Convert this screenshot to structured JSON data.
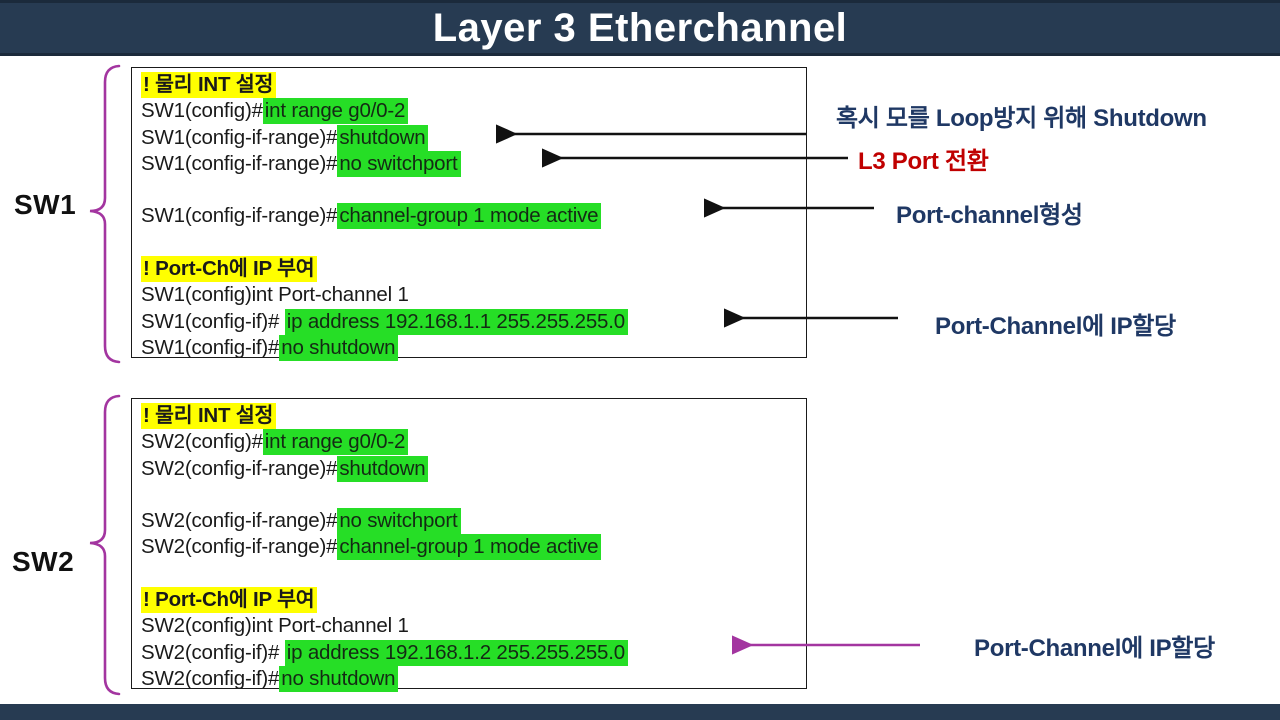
{
  "title": "Layer 3 Etherchannel",
  "colors": {
    "title_bar_bg": "#273b52",
    "highlight_green": "#26de26",
    "highlight_yellow": "#ffff00",
    "annotation_navy": "#1f3864",
    "annotation_red": "#c00000",
    "bracket_purple": "#a335a0",
    "arrow_black": "#111111"
  },
  "switches": [
    {
      "id": "sw1",
      "label": "SW1",
      "lines": [
        {
          "pre": "",
          "cmd": "! 물리 INT 설정",
          "hl": "yellow"
        },
        {
          "pre": "SW1(config)#",
          "cmd": "int range g0/0-2",
          "hl": "green"
        },
        {
          "pre": "SW1(config-if-range)#",
          "cmd": "shutdown",
          "hl": "green"
        },
        {
          "pre": "SW1(config-if-range)#",
          "cmd": "no switchport",
          "hl": "green"
        },
        {
          "pre": "",
          "cmd": "",
          "hl": null
        },
        {
          "pre": "SW1(config-if-range)#",
          "cmd": "channel-group 1 mode active",
          "hl": "green"
        },
        {
          "pre": "",
          "cmd": "",
          "hl": null
        },
        {
          "pre": "",
          "cmd": "! Port-Ch에 IP 부여",
          "hl": "yellow"
        },
        {
          "pre": "SW1(config)int Port-channel 1",
          "cmd": "",
          "hl": null
        },
        {
          "pre": "SW1(config-if)# ",
          "cmd": "ip address 192.168.1.1 255.255.255.0",
          "hl": "green"
        },
        {
          "pre": "SW1(config-if)#",
          "cmd": "no shutdown",
          "hl": "green"
        }
      ]
    },
    {
      "id": "sw2",
      "label": "SW2",
      "lines": [
        {
          "pre": "",
          "cmd": "! 물리 INT 설정",
          "hl": "yellow"
        },
        {
          "pre": "SW2(config)#",
          "cmd": "int range g0/0-2",
          "hl": "green"
        },
        {
          "pre": "SW2(config-if-range)#",
          "cmd": "shutdown",
          "hl": "green"
        },
        {
          "pre": "",
          "cmd": "",
          "hl": null
        },
        {
          "pre": "SW2(config-if-range)#",
          "cmd": "no switchport",
          "hl": "green"
        },
        {
          "pre": "SW2(config-if-range)#",
          "cmd": "channel-group 1 mode active",
          "hl": "green"
        },
        {
          "pre": "",
          "cmd": "",
          "hl": null
        },
        {
          "pre": "",
          "cmd": "! Port-Ch에 IP 부여",
          "hl": "yellow"
        },
        {
          "pre": "SW2(config)int Port-channel 1",
          "cmd": "",
          "hl": null
        },
        {
          "pre": "SW2(config-if)# ",
          "cmd": "ip address 192.168.1.2 255.255.255.0",
          "hl": "green"
        },
        {
          "pre": "SW2(config-if)#",
          "cmd": "no shutdown",
          "hl": "green"
        }
      ]
    }
  ],
  "annotations": [
    {
      "text": "혹시 모를 Loop방지 위해 Shutdown",
      "color": "navy"
    },
    {
      "text": "L3 Port 전환",
      "color": "red"
    },
    {
      "text": "Port-channel형성",
      "color": "navy"
    },
    {
      "text": "Port-Channel에 IP할당",
      "color": "navy"
    },
    {
      "text": "Port-Channel에 IP할당",
      "color": "navy"
    }
  ]
}
